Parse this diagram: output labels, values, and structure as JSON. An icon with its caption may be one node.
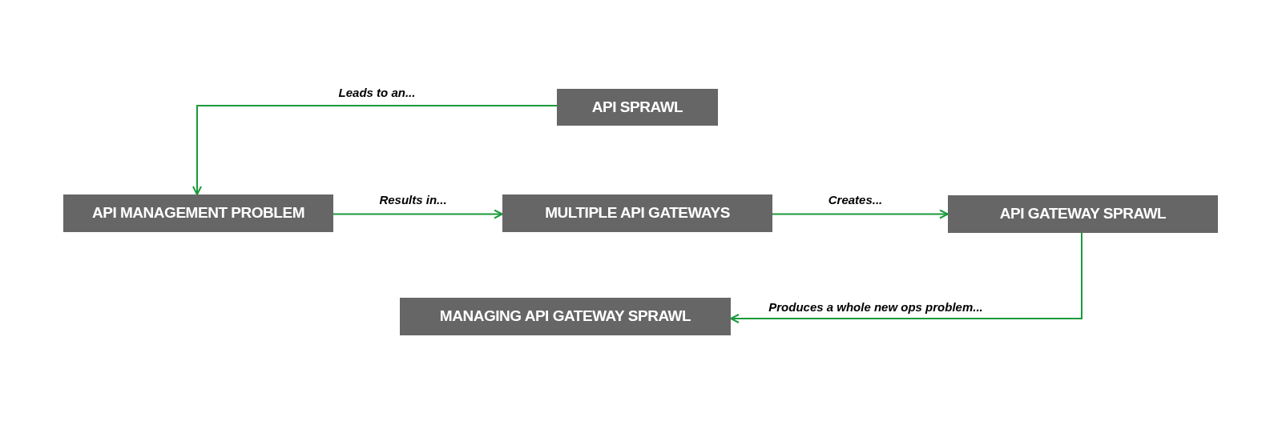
{
  "diagram": {
    "nodes": [
      {
        "text": [
          "API SPRAWL"
        ]
      },
      {
        "text": [
          "API MANAGEMENT PROBLEM"
        ]
      },
      {
        "text": [
          "MULTIPLE API GATEWAYS"
        ]
      },
      {
        "text": [
          "API GATEWAY SPRAWL"
        ]
      },
      {
        "text": [
          "MANAGING API GATEWAY SPRAWL"
        ]
      }
    ],
    "edges": [
      {
        "from": 0,
        "to": 1,
        "arrow": "to",
        "label": "Leads to an..."
      },
      {
        "from": 1,
        "to": 2,
        "arrow": "to",
        "label": "Results in..."
      },
      {
        "from": 2,
        "to": 3,
        "arrow": "to",
        "label": "Creates..."
      },
      {
        "from": 3,
        "to": 4,
        "arrow": "to",
        "label": "Produces a whole new ops problem..."
      }
    ]
  }
}
